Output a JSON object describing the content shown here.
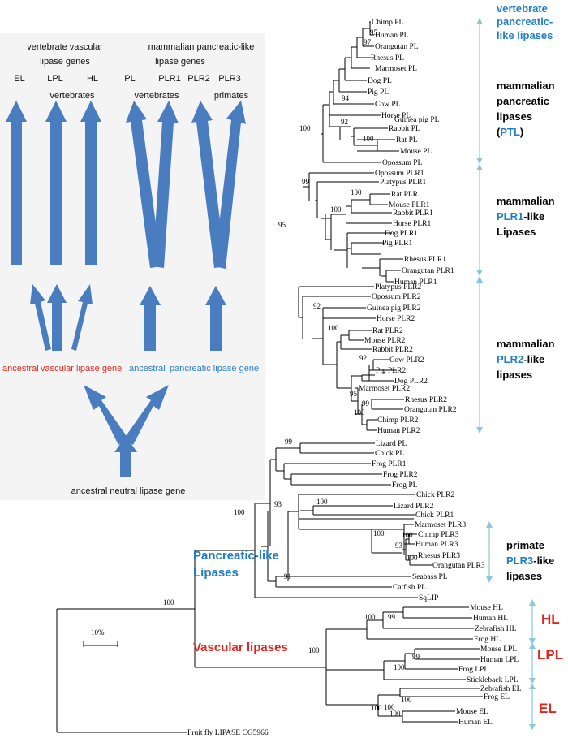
{
  "inset": {
    "headers": {
      "vascular": [
        "vertebrate vascular",
        "lipase genes"
      ],
      "pancreatic": [
        "mammalian  pancreatic-like",
        "lipase genes"
      ],
      "genes": [
        "EL",
        "LPL",
        "HL",
        "PL",
        "PLR1",
        "PLR2",
        "PLR3"
      ],
      "vertebrates_left": "vertebrates",
      "vertebrates_right": "vertebrates",
      "primates": "primates"
    },
    "ancestral_vascular": [
      "ancestral",
      "vascular lipase gene"
    ],
    "ancestral_pancreatic": [
      "ancestral",
      "pancreatic lipase gene"
    ],
    "ancestral_neutral": "ancestral neutral lipase gene"
  },
  "tree": {
    "leaves": [
      "Chimp PL",
      "Human PL",
      "Orangutan PL",
      "Rhesus PL",
      "Marmoset PL",
      "Dog PL",
      "Pig PL",
      "Cow PL",
      "Horse PL",
      "Guinea pig PL",
      "Rabbit PL",
      "Rat PL",
      "Mouse PL",
      "Opossum PL",
      "Opossum PLR1",
      "Platypus PLR1",
      "Rat PLR1",
      "Mouse PLR1",
      "Rabbit PLR1",
      "Horse PLR1",
      "Dog PLR1",
      "Pig PLR1",
      "Rhesus PLR1",
      "Orangutan PLR1",
      "Human PLR1",
      "Platypus PLR2",
      "Opossum PLR2",
      "Guinea pig PLR2",
      "Horse PLR2",
      "Rat PLR2",
      "Mouse PLR2",
      "Rabbit PLR2",
      "Cow PLR2",
      "Pig PLR2",
      "Dog PLR2",
      "Marmoset PLR2",
      "Rhesus PLR2",
      "Orangutan PLR2",
      "Chimp PLR2",
      "Human PLR2",
      "Lizard PL",
      "Chick PL",
      "Frog PLR1",
      "Frog PLR2",
      "Frog PL",
      "Chick PLR2",
      "Lizard PLR2",
      "Chick PLR1",
      "Marmoset PLR3",
      "Chimp PLR3",
      "Human PLR3",
      "Rhesus PLR3",
      "Orangutan PLR3",
      "Seabass PL",
      "Catfish PL",
      "SqLIP",
      "Mouse HL",
      "Human HL",
      "Zebrafish HL",
      "Frog HL",
      "Mouse LPL",
      "Human LPL",
      "Frog LPL",
      "Stickleback LPL",
      "Zebrafish EL",
      "Frog  EL",
      "Mouse EL",
      "Human EL",
      "Fruit fly LIPASE CG5966"
    ],
    "bootstrap": [
      "95",
      "97",
      "94",
      "92",
      "100",
      "100",
      "99",
      "100",
      "100",
      "95",
      "92",
      "100",
      "92",
      "95",
      "99",
      "100",
      "99",
      "93",
      "100",
      "100",
      "93",
      "100",
      "100",
      "91",
      "100",
      "99",
      "100",
      "99",
      "100",
      "100",
      "100",
      "100",
      "100",
      "100",
      "100"
    ],
    "scale": "10%"
  },
  "groups": {
    "vertebrate_pl": [
      "vertebrate",
      "pancreatic-",
      "like lipases"
    ],
    "ptl": [
      "mammalian",
      "pancreatic",
      "lipases",
      "(",
      "PTL",
      ")"
    ],
    "plr1": [
      "mammalian",
      "PLR1",
      "-like",
      "Lipases"
    ],
    "plr2": [
      "mammalian",
      "PLR2",
      "-like",
      "lipases"
    ],
    "plr3": [
      "primate",
      "PLR3",
      "-like",
      "lipases"
    ],
    "pancreatic_like": [
      "Pancreatic-like",
      "Lipases"
    ],
    "vascular": "Vascular lipases",
    "hl": "HL",
    "lpl": "LPL",
    "el": "EL"
  },
  "colors": {
    "arrow": "#4a7dc0",
    "red": "#e3231c",
    "blue": "#1f7cc6",
    "bracket": "#8cc8dc",
    "inset_bg": "#f4f4f4"
  }
}
